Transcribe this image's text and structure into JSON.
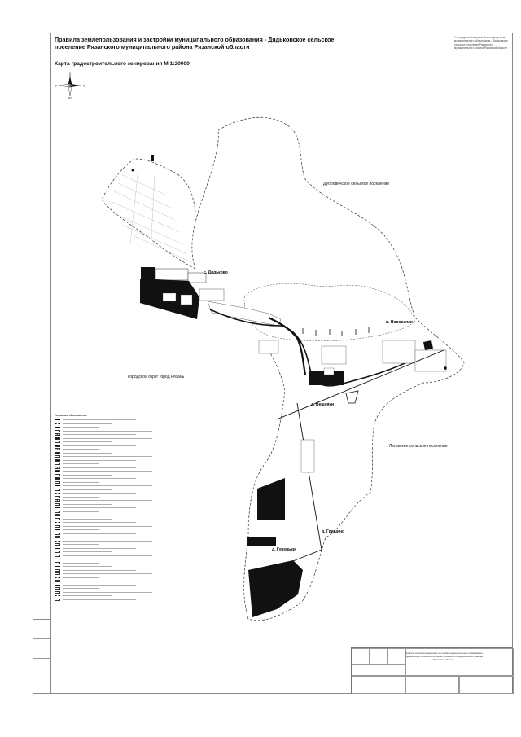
{
  "map": {
    "title": "Правила землепользования и застройки муниципального образования - Дядьковское сельское поселение Рязанского муниципального района Рязанской области",
    "subtitle": "Карта градостроительного зонирования М 1:20000",
    "stamp_note": "Утверждены Решением Совета депутатов муниципального образования - Дядьковское сельское поселение Рязанского муниципального района Рязанской области",
    "compass": {
      "north": "С",
      "south": "Ю",
      "west": "З",
      "east": "В"
    },
    "places": {
      "dyadkovo": "с. Дядьково",
      "novoselki": "п. Новоселки",
      "veshnyaki": "д. Вешняки",
      "grishino": "д. Гришино",
      "gurenki": "д. Гуреньки"
    },
    "neighbors": {
      "dubrovichi": "Дубровичское сельское поселение",
      "ryazan": "Городской округ город Рязань",
      "listvyanka": "Льговское сельское поселение"
    },
    "legend": {
      "title": "Условные обозначения"
    }
  },
  "colors": {
    "ink": "#111111",
    "boundary": "#333333",
    "frame": "#888888"
  }
}
